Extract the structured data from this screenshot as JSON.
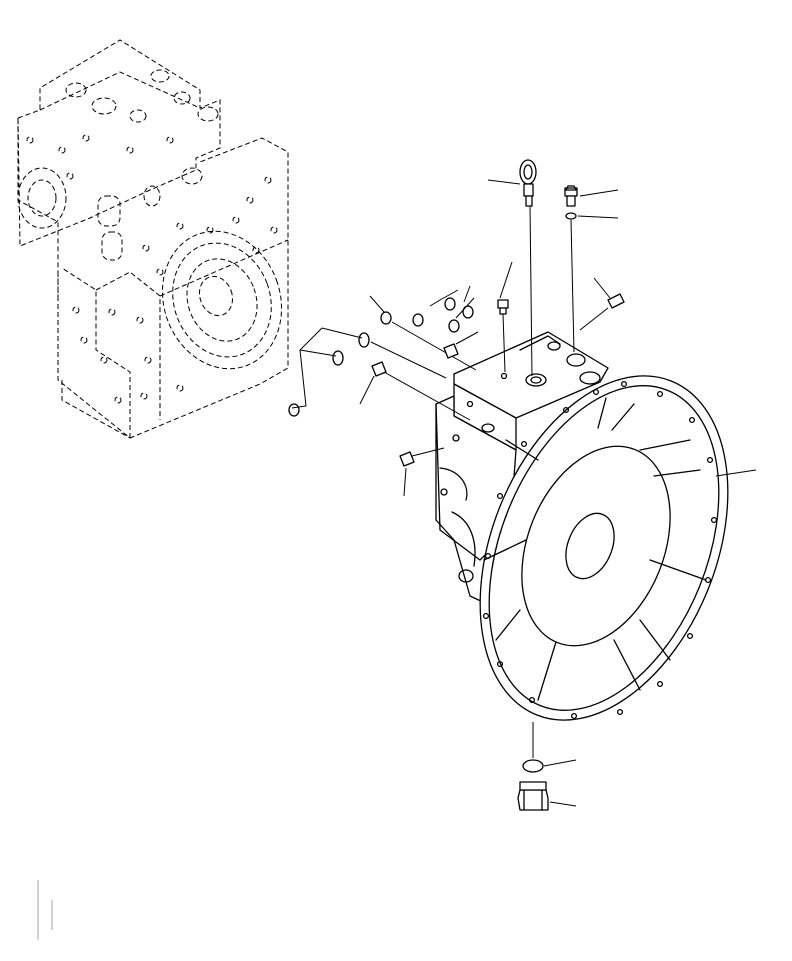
{
  "diagram": {
    "background": "#ffffff",
    "line_color": "#000000",
    "components": [
      {
        "id": "reference-pump-assembly",
        "style": "dashed"
      },
      {
        "id": "main-pump-housing",
        "style": "solid"
      },
      {
        "id": "flywheel-housing-flange",
        "style": "solid"
      },
      {
        "id": "eye-bolt",
        "style": "solid"
      },
      {
        "id": "fitting-top-right",
        "style": "solid"
      },
      {
        "id": "o-ring-top-right",
        "style": "solid"
      },
      {
        "id": "plug-small-top",
        "style": "solid"
      },
      {
        "id": "plug-right",
        "style": "solid"
      },
      {
        "id": "o-ring-group-left",
        "style": "solid"
      },
      {
        "id": "o-ring-group-mid",
        "style": "solid"
      },
      {
        "id": "plug-left-1",
        "style": "solid"
      },
      {
        "id": "plug-left-2",
        "style": "solid"
      },
      {
        "id": "plug-side",
        "style": "solid"
      },
      {
        "id": "o-ring-bottom",
        "style": "solid"
      },
      {
        "id": "drain-plug-bottom",
        "style": "solid"
      }
    ],
    "callout_count": 14
  }
}
